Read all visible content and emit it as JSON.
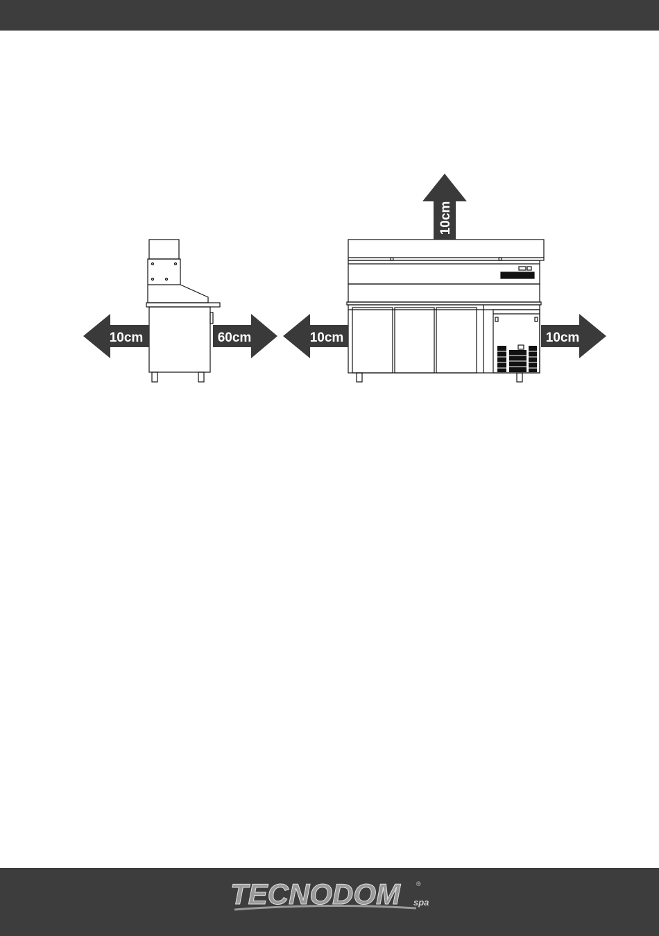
{
  "colors": {
    "band": "#3d3d3d",
    "arrow": "#3a3a3a",
    "line": "#111111",
    "logo": "#9a9a9a",
    "logo_light": "#d0d0d0"
  },
  "clearance_labels": {
    "side_left": "10cm",
    "side_right": "60cm",
    "front_left": "10cm",
    "front_top": "10cm",
    "front_right": "10cm"
  },
  "logo": {
    "brand": "TECNODOM",
    "suffix": "spa",
    "registered_mark": "®"
  },
  "icons": {
    "side_view": "side-view-drawing",
    "front_view": "front-view-drawing",
    "arrows": "clearance-arrow"
  }
}
